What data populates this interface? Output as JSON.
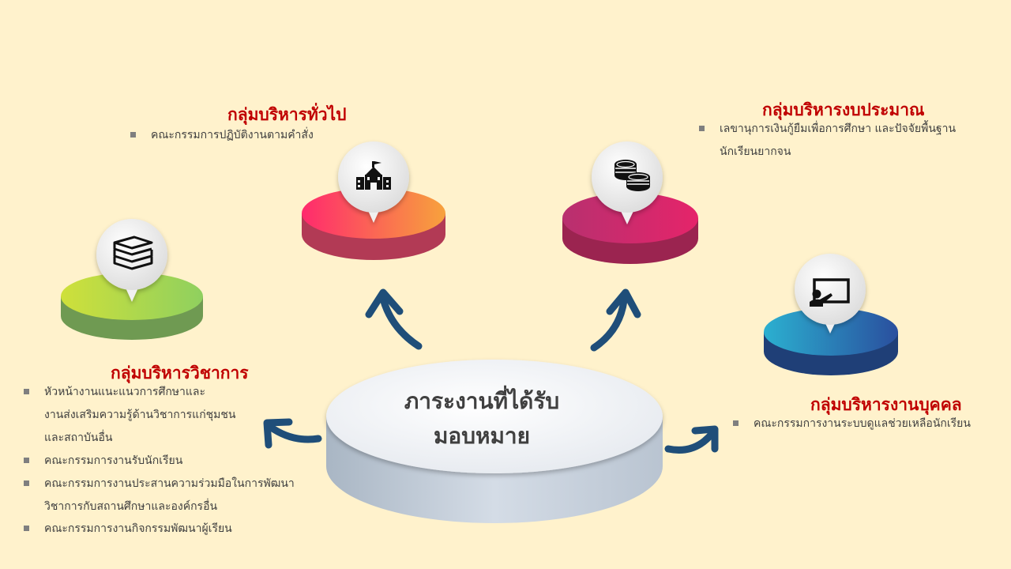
{
  "colors": {
    "background": "#fff2cc",
    "title": "#c00000",
    "arrow": "#1f4e79",
    "academic_disk": [
      "#cfe03a",
      "#8fd05f"
    ],
    "general_disk": [
      "#ff2a6d",
      "#f7a23c"
    ],
    "budget_disk": [
      "#b8306f",
      "#e5246a"
    ],
    "personnel_disk": [
      "#2bb0d0",
      "#2a4f9e"
    ]
  },
  "center": {
    "title_line1": "ภาระงานที่ได้รับ",
    "title_line2": "มอบหมาย"
  },
  "groups": {
    "academic": {
      "title": "กลุ่มบริหารวิชาการ",
      "icon": "books-icon",
      "items": [
        "หัวหน้างานแนะแนวการศึกษาและ",
        "งานส่งเสริมความรู้ด้านวิชาการแก่ชุมชน",
        "และสถาบันอื่น",
        "คณะกรรมการงานรับนักเรียน",
        "คณะกรรมการงานประสานความร่วมมือในการพัฒนา",
        "วิชาการกับสถานศึกษาและองค์กรอื่น",
        "คณะกรรมการงานกิจกรรมพัฒนาผู้เรียน"
      ]
    },
    "general": {
      "title": "กลุ่มบริหารทั่วไป",
      "icon": "school-building-icon",
      "items": [
        "คณะกรรมการปฏิบัติงานตามคำสั่ง"
      ]
    },
    "budget": {
      "title": "กลุ่มบริหารงบประมาณ",
      "icon": "coins-icon",
      "items": [
        "เลขานุการเงินกู้ยืมเพื่อการศึกษา และปัจจัยพื้นฐาน",
        "นักเรียนยากจน"
      ]
    },
    "personnel": {
      "title": "กลุ่มบริหารงานบุคคล",
      "icon": "teacher-board-icon",
      "items": [
        "คณะกรรมการงานระบบดูแลช่วยเหลือนักเรียน"
      ]
    }
  }
}
